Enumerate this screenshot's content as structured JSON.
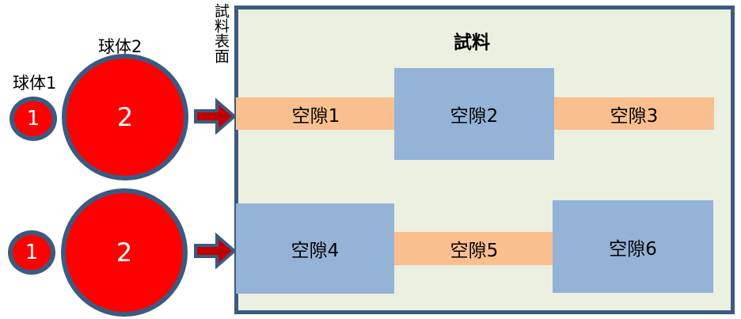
{
  "spheres": {
    "sphere1_label": "球体1",
    "sphere2_label": "球体2",
    "sphere1_number": "1",
    "sphere2_number": "2"
  },
  "sample": {
    "title": "試料",
    "surface_label": "試料表面"
  },
  "pores": [
    "空隙1",
    "空隙2",
    "空隙3",
    "空隙4",
    "空隙5",
    "空隙6"
  ],
  "colors": {
    "sphere_fill": "#ff0000",
    "sphere_border": "#3c5a80",
    "sample_bg": "#ebf0e0",
    "sample_border": "#3c5a80",
    "small_pore": "#f9bf8f",
    "large_pore": "#95b3d7"
  }
}
